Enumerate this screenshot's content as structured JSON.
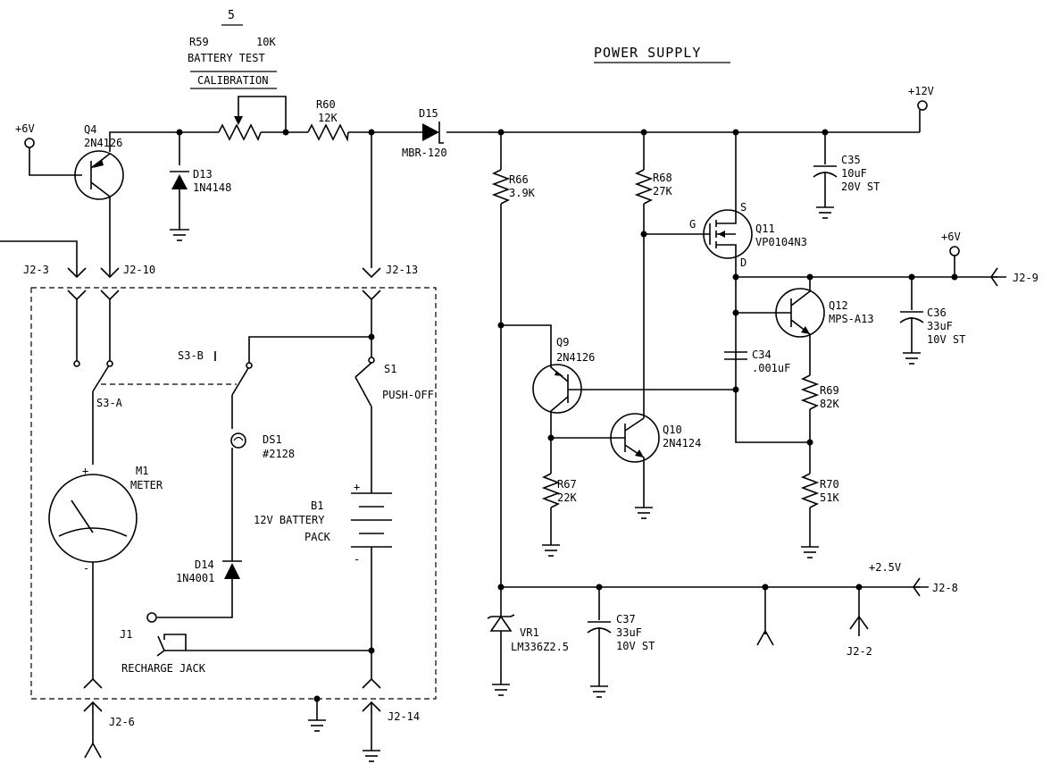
{
  "title": "POWER SUPPLY",
  "sheet_number": "5",
  "labels": {
    "r59": "R59",
    "r59_value": "10K",
    "r59_name": "BATTERY TEST",
    "r59_name2": "CALIBRATION",
    "r60": "R60",
    "r60_value": "12K",
    "d15": "D15",
    "d15_part": "MBR-120",
    "plus12v": "+12V",
    "plus6v_left": "+6V",
    "q4": "Q4",
    "q4_part": "2N4126",
    "d13": "D13",
    "d13_part": "1N4148",
    "c35": "C35",
    "c35_v1": "10uF",
    "c35_v2": "20V ST",
    "r66": "R66",
    "r66_value": "3.9K",
    "r68": "R68",
    "r68_value": "27K",
    "q11": "Q11",
    "q11_part": "VP0104N3",
    "pin_g": "G",
    "pin_s": "S",
    "pin_d": "D",
    "plus6v_right": "+6V",
    "j2_9": "J2-9",
    "j2_3": "J2-3",
    "j2_10": "J2-10",
    "j2_13": "J2-13",
    "q12": "Q12",
    "q12_part": "MPS-A13",
    "c36": "C36",
    "c36_v1": "33uF",
    "c36_v2": "10V ST",
    "q9": "Q9",
    "q9_part": "2N4126",
    "c34": "C34",
    "c34_value": ".001uF",
    "s3b": "S3-B",
    "s1": "S1",
    "s1_name": "PUSH-OFF",
    "s3a": "S3-A",
    "r69": "R69",
    "r69_value": "82K",
    "ds1": "DS1",
    "ds1_part": "#2128",
    "m1": "M1",
    "m1_name": "METER",
    "q10": "Q10",
    "q10_part": "2N4124",
    "b1": "B1",
    "b1_name": "12V BATTERY",
    "b1_name2": "PACK",
    "r67": "R67",
    "r67_value": "22K",
    "r70": "R70",
    "r70_value": "51K",
    "d14": "D14",
    "d14_part": "1N4001",
    "plus2_5v": "+2.5V",
    "j2_8": "J2-8",
    "vr1": "VR1",
    "vr1_part": "LM336Z2.5",
    "c37": "C37",
    "c37_v1": "33uF",
    "c37_v2": "10V ST",
    "j2_2": "J2-2",
    "j1": "J1",
    "j1_name": "RECHARGE JACK",
    "j2_6": "J2-6",
    "j2_14": "J2-14",
    "plus": "+",
    "minus": "-"
  }
}
